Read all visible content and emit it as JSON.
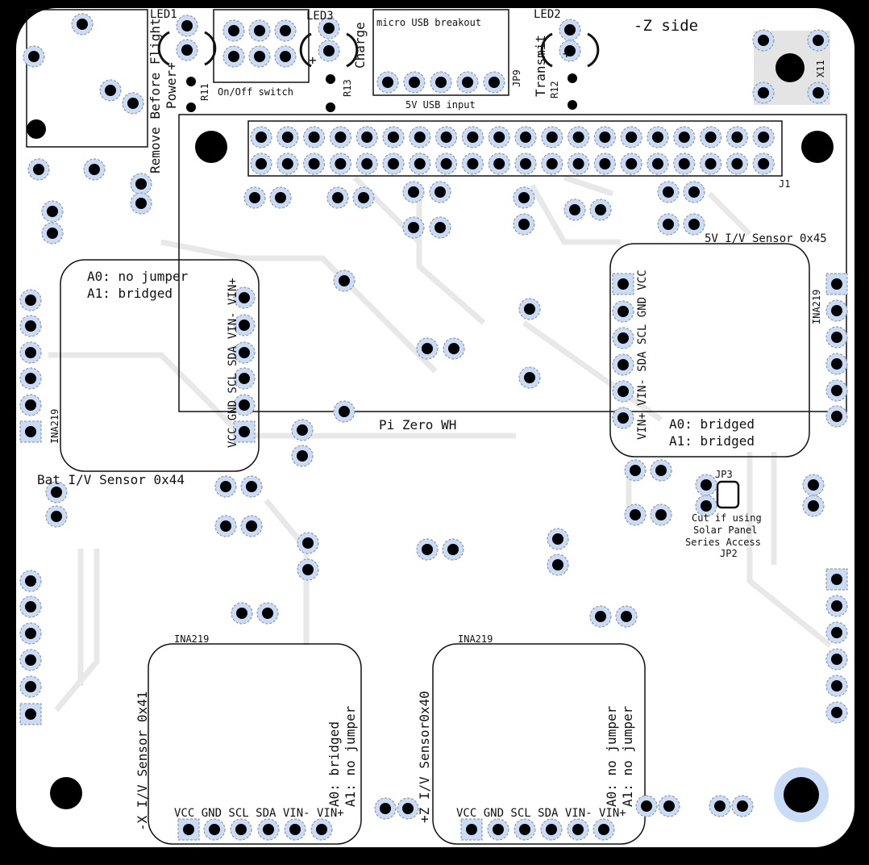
{
  "board": {
    "side_label": "-Z side",
    "led1": "LED1",
    "led2": "LED2",
    "led3": "LED3",
    "power_label": "Power+",
    "remove_label": "Remove Before Flight",
    "r11": "R11",
    "r12": "R12",
    "r13": "R13",
    "charge_label": "Charge",
    "transmit_label": "Transmit",
    "plus": "+",
    "switch_label": "On/Off switch",
    "usb_title": "micro USB breakout",
    "usb_input": "5V USB input",
    "jp9": "JP9",
    "x11": "X11",
    "j1": "J1",
    "pi_label": "Pi Zero WH",
    "jp3": "JP3",
    "cut_note": [
      "Cut if using",
      "Solar Panel",
      "Series Access",
      "JP2"
    ]
  },
  "sensors": {
    "bat": {
      "title": "Bat I/V Sensor 0x44",
      "chip": "INA219",
      "a0": "A0: no jumper",
      "a1": "A1: bridged",
      "pins": "VCC GND SCL SDA VIN- VIN+"
    },
    "v5": {
      "title": "5V I/V Sensor 0x45",
      "chip": "INA219",
      "a0": "A0: bridged",
      "a1": "A1: bridged",
      "pins": "VIN+ VIN- SDA SCL GND VCC"
    },
    "xneg": {
      "title": "-X I/V Sensor 0x41",
      "chip": "INA219",
      "a0": "A0: bridged",
      "a1": "A1: no jumper",
      "pins": "VCC GND SCL SDA VIN- VIN+"
    },
    "zpos": {
      "title": "+Z I/V Sensor0x40",
      "chip": "INA219",
      "a0": "A0: no jumper",
      "a1": "A1: no jumper",
      "pins": "VCC GND SCL SDA VIN- VIN+"
    }
  },
  "colors": {
    "board": "#ffffff",
    "pad": "#c9dcf7",
    "trace": "#e6e6e6",
    "silk": "#111111"
  }
}
